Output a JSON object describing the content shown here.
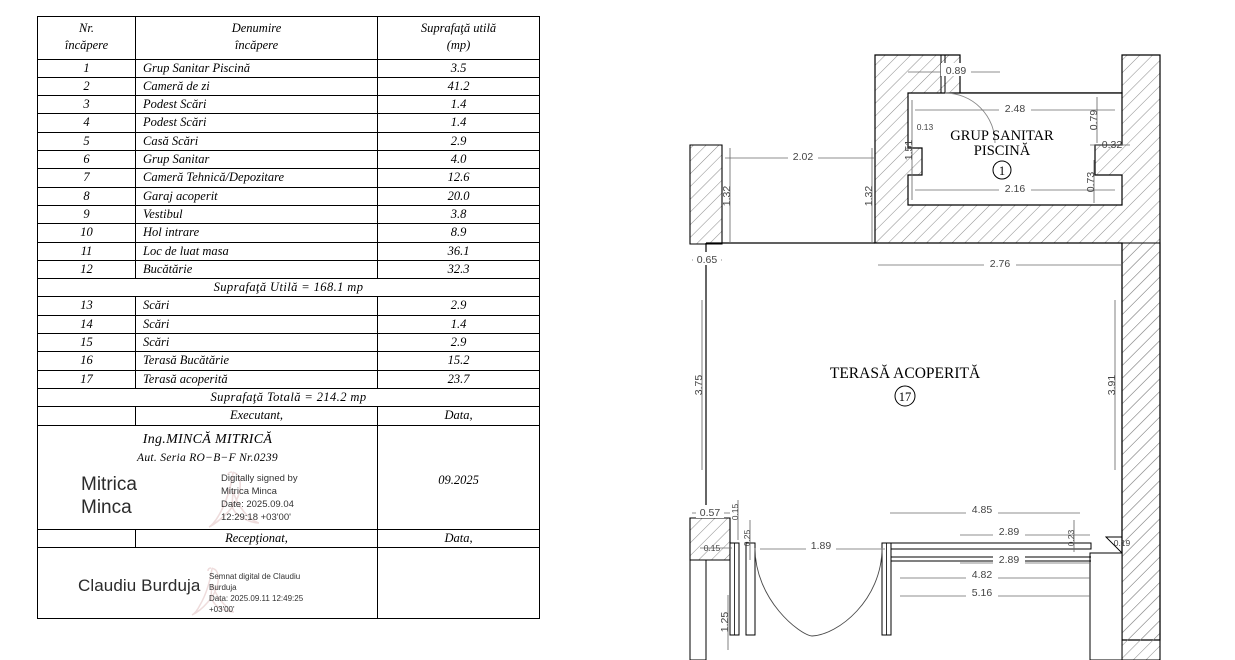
{
  "schedule": {
    "headers": {
      "nr_line1": "Nr.",
      "nr_line2": "încăpere",
      "name_line1": "Denumire",
      "name_line2": "încăpere",
      "area_line1": "Suprafaţă  utilă",
      "area_line2": "(mp)"
    },
    "rows_main": [
      {
        "nr": "1",
        "name": "Grup  Sanitar  Piscină",
        "area": "3.5"
      },
      {
        "nr": "2",
        "name": "Cameră  de  zi",
        "area": "41.2"
      },
      {
        "nr": "3",
        "name": "Podest  Scări",
        "area": "1.4"
      },
      {
        "nr": "4",
        "name": "Podest  Scări",
        "area": "1.4"
      },
      {
        "nr": "5",
        "name": "Casă  Scări",
        "area": "2.9"
      },
      {
        "nr": "6",
        "name": "Grup  Sanitar",
        "area": "4.0"
      },
      {
        "nr": "7",
        "name": "Cameră  Tehnică/Depozitare",
        "area": "12.6"
      },
      {
        "nr": "8",
        "name": "Garaj  acoperit",
        "area": "20.0"
      },
      {
        "nr": "9",
        "name": "Vestibul",
        "area": "3.8"
      },
      {
        "nr": "10",
        "name": "Hol  intrare",
        "area": "8.9"
      },
      {
        "nr": "11",
        "name": "Loc  de  luat  masa",
        "area": "36.1"
      },
      {
        "nr": "12",
        "name": "Bucătărie",
        "area": "32.3"
      }
    ],
    "subtotal_label": "Suprafaţă  Utilă  =  168.1  mp",
    "rows_extra": [
      {
        "nr": "13",
        "name": "Scări",
        "area": "2.9"
      },
      {
        "nr": "14",
        "name": "Scări",
        "area": "1.4"
      },
      {
        "nr": "15",
        "name": "Scări",
        "area": "2.9"
      },
      {
        "nr": "16",
        "name": "Terasă  Bucătărie",
        "area": "15.2"
      },
      {
        "nr": "17",
        "name": "Terasă  acoperită",
        "area": "23.7"
      }
    ],
    "total_label": "Suprafaţă  Totală  =  214.2  mp",
    "executant": {
      "label": "Executant,",
      "date_label": "Data,",
      "date_value": "09.2025",
      "name_line": "Ing.MINCĂ  MITRICĂ",
      "aut_line": "Aut.  Seria  RO−B−F  Nr.0239",
      "signature_name_line1": "Mitrica",
      "signature_name_line2": "Minca",
      "signature_meta_line1": "Digitally signed by",
      "signature_meta_line2": "Mitrica Minca",
      "signature_meta_line3": "Date: 2025.09.04",
      "signature_meta_line4": "12:29:18 +03'00'"
    },
    "receptionat": {
      "label": "Recepţionat,",
      "date_label": "Data,",
      "date_value": "",
      "signature_name": "Claudiu Burduja",
      "signature_meta_line1": "Semnat digital de Claudiu",
      "signature_meta_line2": "Burduja",
      "signature_meta_line3": "Data: 2025.09.11 12:49:25",
      "signature_meta_line4": "+03'00'"
    }
  },
  "plan": {
    "rooms": [
      {
        "name_line1": "GRUP SANITAR",
        "name_line2": "PISCINĂ",
        "number": "1"
      },
      {
        "name_line1": "TERASĂ ACOPERITĂ",
        "name_line2": "",
        "number": "17"
      }
    ],
    "dimensions": {
      "d_089": "0.89",
      "d_248": "2.48",
      "d_079": "0.79",
      "d_032": "0.32",
      "d_013": "0.13",
      "d_151": "1.51",
      "d_073": "0.73",
      "d_216": "2.16",
      "d_202": "2.02",
      "d_132_left": "1.32",
      "d_132_right": "1.32",
      "d_065": "0.65",
      "d_276": "2.76",
      "d_375": "3.75",
      "d_391": "3.91",
      "d_057": "0.57",
      "d_015_top": "0.15",
      "d_025": "0.25",
      "d_015_left": "0.15",
      "d_189": "1.89",
      "d_485": "4.85",
      "d_289_top": "2.89",
      "d_289_bottom": "2.89",
      "d_023": "0.23",
      "d_019": "0.19",
      "d_482": "4.82",
      "d_516": "5.16",
      "d_125": "1.25"
    }
  },
  "colors": {
    "ink": "#000000",
    "dim_gray": "#555555",
    "hatch": "#9a9a9a",
    "signature_red": "#c98f8f"
  }
}
